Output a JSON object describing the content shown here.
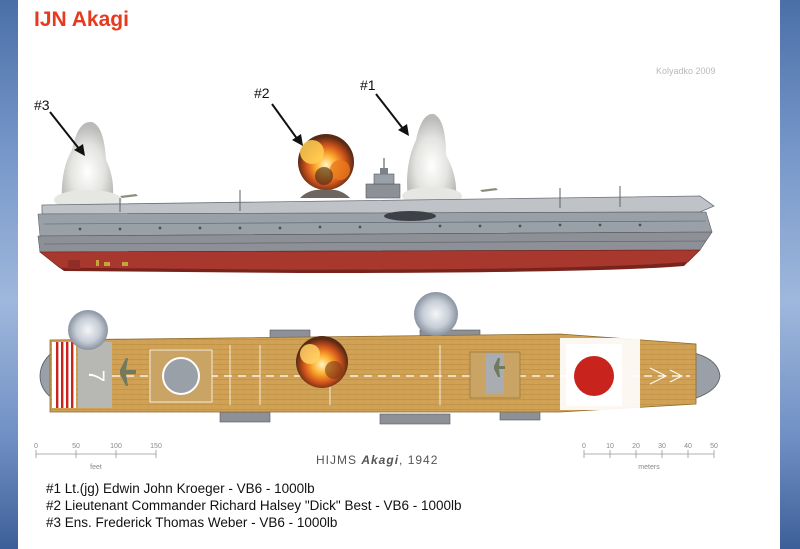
{
  "title": "IJN Akagi",
  "credit": "Kolyadko 2009",
  "hit_markers": [
    {
      "label": "#3"
    },
    {
      "label": "#2"
    },
    {
      "label": "#1"
    }
  ],
  "ship_caption": {
    "prefix": "HIJMS ",
    "name": "Akagi",
    "suffix": ", 1942"
  },
  "scale_feet": {
    "unit": "feet",
    "ticks": [
      "0",
      "50",
      "100",
      "150"
    ]
  },
  "scale_meters": {
    "unit": "meters",
    "ticks": [
      "0",
      "10",
      "20",
      "30",
      "40",
      "50"
    ]
  },
  "deck_number": "7",
  "legend": [
    "#1 Lt.(jg) Edwin John Kroeger - VB6 - 1000lb",
    "#2 Lieutenant Commander Richard Halsey \"Dick\" Best - VB6 - 1000lb",
    "#3 Ens. Frederick Thomas Weber - VB6 - 1000lb"
  ],
  "colors": {
    "title": "#e8391f",
    "hull_red": "#a8382e",
    "hull_grey": "#8d9096",
    "deck_wood": "#d1a255",
    "hinomaru": "#c8241d"
  }
}
